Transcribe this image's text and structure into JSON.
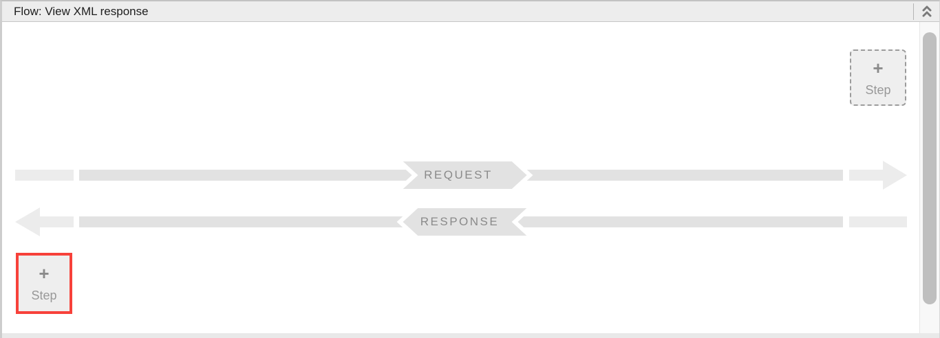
{
  "header": {
    "title": "Flow: View XML response"
  },
  "icons": {
    "collapse": "double-chevron-up-icon"
  },
  "lanes": {
    "request_label": "REQUEST",
    "response_label": "RESPONSE"
  },
  "buttons": {
    "add_step_top": {
      "plus": "+",
      "label": "Step"
    },
    "add_step_bottom": {
      "plus": "+",
      "label": "Step",
      "highlighted": true
    }
  },
  "colors": {
    "highlight_red": "#f7413a",
    "bar_dark": "#e2e2e2",
    "bar_light": "#ececec",
    "banner_text": "#8a8a8a",
    "header_bg": "#ededed",
    "scroll_thumb": "#bfbfbf"
  }
}
